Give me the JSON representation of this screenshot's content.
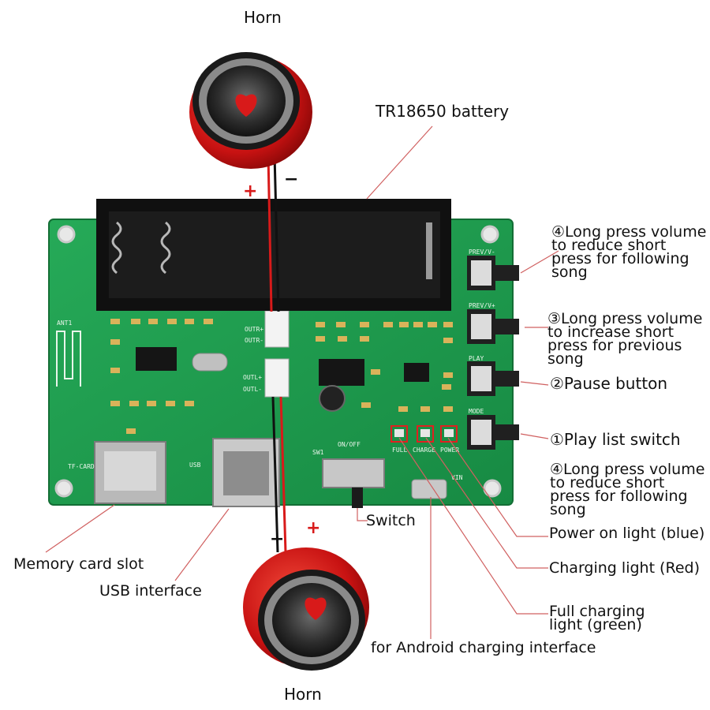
{
  "colors": {
    "pcb_green": "#1f9e4f",
    "callout_line": "#d06060",
    "highlight_box": "#e02020",
    "speaker_red": "#d81a1a"
  },
  "labels": {
    "horn_top": "Horn",
    "horn_bottom": "Horn",
    "battery": "TR18650 battery",
    "btn4_top": [
      "④Long press volume",
      "to reduce short",
      "press for following",
      "song"
    ],
    "btn3": [
      "③Long press volume",
      "to increase short",
      "press for previous",
      "song"
    ],
    "btn2": "②Pause button",
    "btn1": "①Play list switch",
    "btn4_bottom": [
      "④Long press volume",
      "to reduce short",
      "press for following",
      "song"
    ],
    "power_light": "Power on light (blue)",
    "charging_light": "Charging light (Red)",
    "full_charging": [
      "Full charging",
      "light (green)"
    ],
    "android": "for Android charging interface",
    "memory_card": "Memory card slot",
    "usb": "USB interface",
    "switch": "Switch",
    "plus": "+",
    "minus": "−"
  },
  "pcb_silkscreen": {
    "outr_plus": "OUTR+",
    "outr_minus": "OUTR-",
    "outl_plus": "OUTL+",
    "outl_minus": "OUTL-",
    "on_off": "ON/OFF",
    "sw1": "SW1",
    "full": "FULL",
    "charge": "CHARGE",
    "power": "POWER",
    "vin": "VIN",
    "tf_card": "TF-CARD",
    "usb": "USB",
    "play": "PLAY",
    "mode": "MODE",
    "prev_minus": "PREV/V-",
    "prev_plus": "PREV/V+",
    "ant": "ANT1"
  }
}
